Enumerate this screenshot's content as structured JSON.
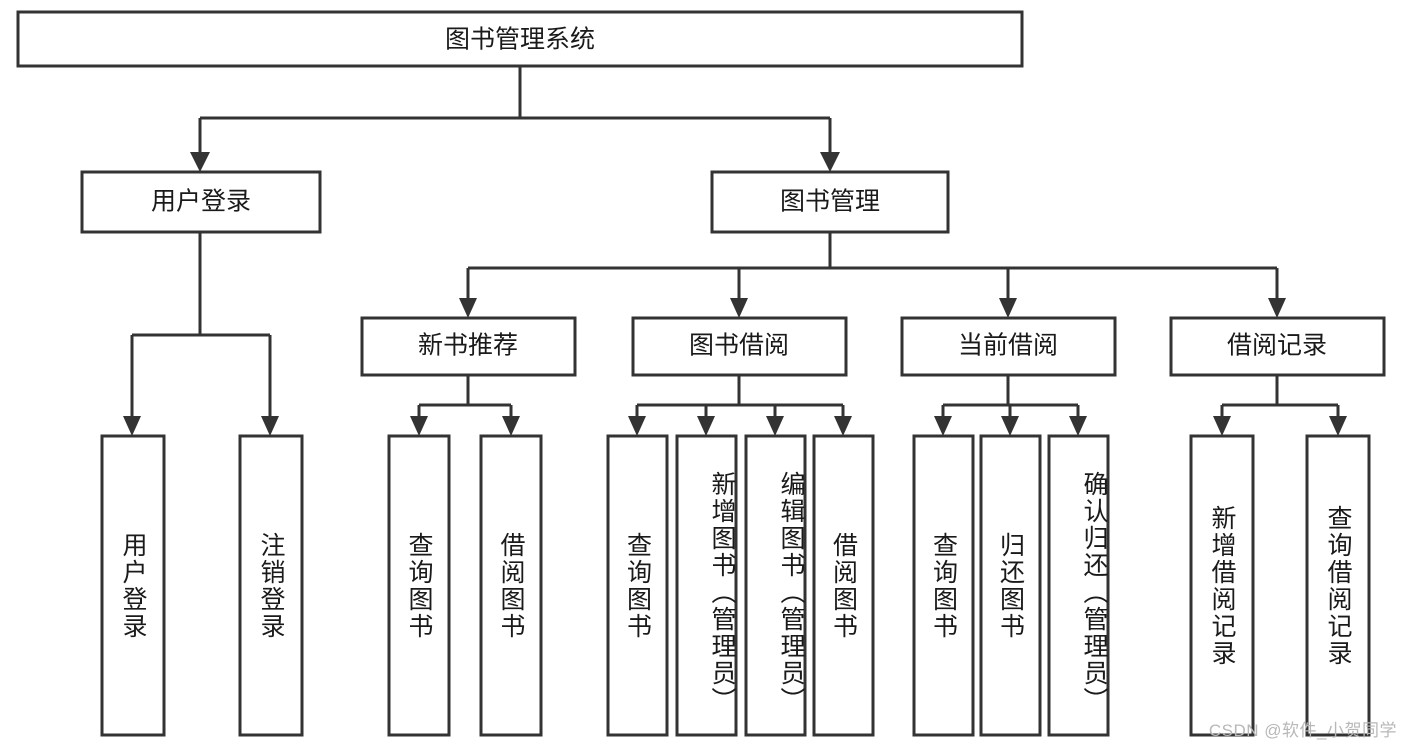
{
  "diagram": {
    "type": "tree-hierarchy",
    "title": "图书管理系统",
    "orientation": "top-down",
    "colors": {
      "box_fill": "#ffffff",
      "box_stroke": "#333333",
      "text": "#1a1a1a",
      "background": "#ffffff",
      "watermark": "#b8b8b8"
    },
    "root": {
      "id": "root",
      "label": "图书管理系统"
    },
    "level2": [
      {
        "id": "user-login",
        "label": "用户登录"
      },
      {
        "id": "book-manage",
        "label": "图书管理"
      }
    ],
    "level3": [
      {
        "id": "new-book-recommend",
        "label": "新书推荐",
        "parent": "book-manage"
      },
      {
        "id": "book-borrow",
        "label": "图书借阅",
        "parent": "book-manage"
      },
      {
        "id": "current-borrow",
        "label": "当前借阅",
        "parent": "book-manage"
      },
      {
        "id": "borrow-record",
        "label": "借阅记录",
        "parent": "book-manage"
      }
    ],
    "leaves": [
      {
        "id": "leaf-user-login",
        "label": "用户登录",
        "parent": "user-login"
      },
      {
        "id": "leaf-logout-login",
        "label": "注销登录",
        "parent": "user-login"
      },
      {
        "id": "leaf-query-book-1",
        "label": "查询图书",
        "parent": "new-book-recommend"
      },
      {
        "id": "leaf-borrow-book-1",
        "label": "借阅图书",
        "parent": "new-book-recommend"
      },
      {
        "id": "leaf-query-book-2",
        "label": "查询图书",
        "parent": "book-borrow"
      },
      {
        "id": "leaf-add-book-admin",
        "label": "新增图书（管理员）",
        "parent": "book-borrow"
      },
      {
        "id": "leaf-edit-book-admin",
        "label": "编辑图书（管理员）",
        "parent": "book-borrow"
      },
      {
        "id": "leaf-borrow-book-2",
        "label": "借阅图书",
        "parent": "book-borrow"
      },
      {
        "id": "leaf-query-book-3",
        "label": "查询图书",
        "parent": "current-borrow"
      },
      {
        "id": "leaf-return-book",
        "label": "归还图书",
        "parent": "current-borrow"
      },
      {
        "id": "leaf-confirm-return-admin",
        "label": "确认归还（管理员）",
        "parent": "current-borrow"
      },
      {
        "id": "leaf-add-borrow-record",
        "label": "新增借阅记录",
        "parent": "borrow-record"
      },
      {
        "id": "leaf-query-borrow-record",
        "label": "查询借阅记录",
        "parent": "borrow-record"
      }
    ]
  },
  "watermark": {
    "text": "CSDN @软件_小贺同学"
  }
}
